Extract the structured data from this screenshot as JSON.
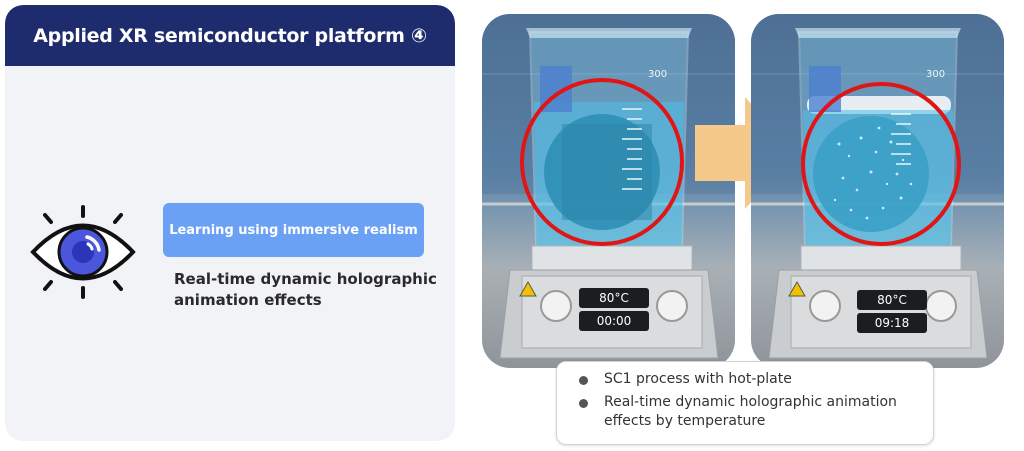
{
  "card": {
    "title": "Applied XR semiconductor platform ④",
    "pill_label": "Learning using immersive realism",
    "description": "Real-time dynamic holographic animation effects"
  },
  "icons": {
    "eye": "eye-icon",
    "arrow": "arrow-right-icon",
    "warning": "warning-icon"
  },
  "panels": {
    "before": {
      "temperature": "80°C",
      "timer": "00:00",
      "scale": "300"
    },
    "after": {
      "temperature": "80°C",
      "timer": "09:18",
      "scale": "300"
    }
  },
  "caption": {
    "items": [
      "SC1 process with hot-plate",
      "Real-time dynamic holographic animation effects by temperature"
    ]
  },
  "colors": {
    "header": "#1e2c6e",
    "pill": "#6aa1f5",
    "eye_iris": "#4a57dc",
    "arrow": "#f5c98a",
    "highlight_circle": "#e01515"
  }
}
